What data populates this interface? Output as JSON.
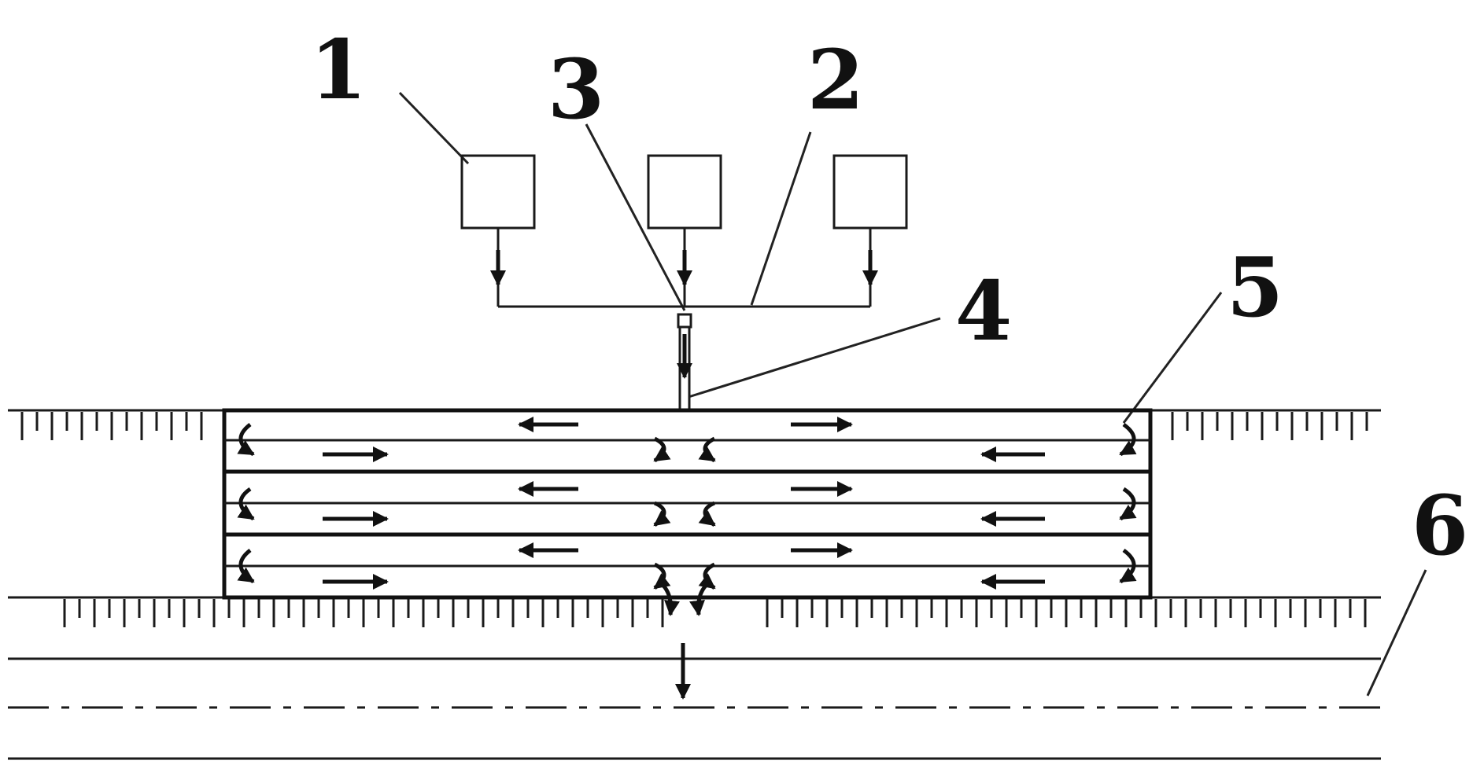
{
  "labels": {
    "l1": "1",
    "l2": "2",
    "l3": "3",
    "l4": "4",
    "l5": "5",
    "l6": "6"
  },
  "colors": {
    "line": "#111111",
    "background": "#ffffff"
  }
}
